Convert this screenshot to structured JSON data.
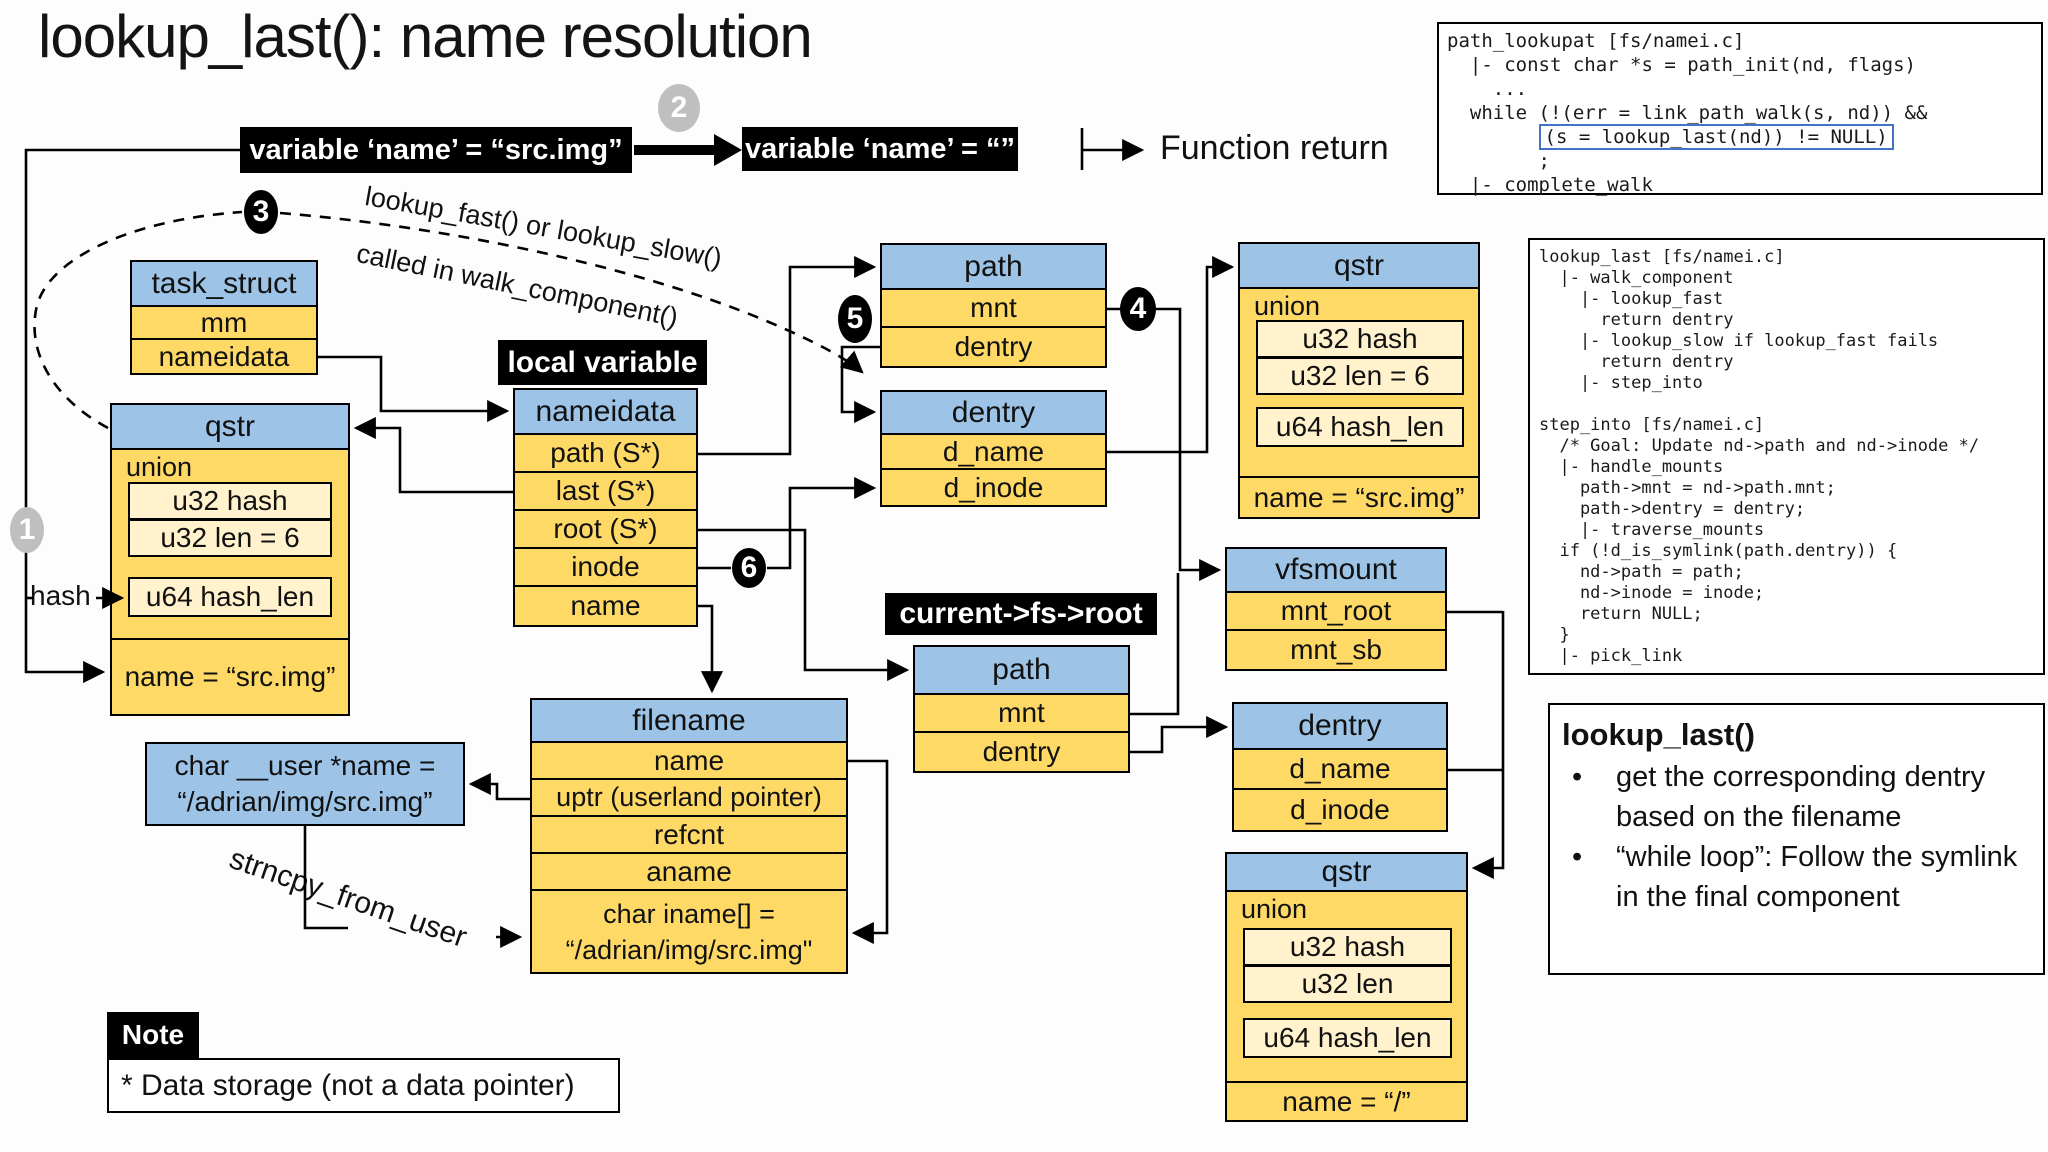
{
  "title": "lookup_last(): name resolution",
  "flow": {
    "var_src": "variable ‘name’ = “src.img”",
    "var_empty": "variable ‘name’ = “”",
    "function_return": "Function return"
  },
  "steps": {
    "s1": "1",
    "s2": "2",
    "s3": "3",
    "s4": "4",
    "s5": "5",
    "s6": "6"
  },
  "labels": {
    "local_variable": "local variable",
    "current_fs_root": "current->fs->root",
    "note_title": "Note",
    "note_text": "* Data storage (not a data pointer)",
    "hash": "hash",
    "strncpy": "strncpy_from_user",
    "walk_note_1": "lookup_fast() or lookup_slow()",
    "walk_note_2": "called in walk_component()",
    "user_ptr_line1": "char __user *name =",
    "user_ptr_line2": "“/adrian/img/src.img”"
  },
  "structs": {
    "task_struct": {
      "title": "task_struct",
      "rows": [
        "mm",
        "nameidata"
      ]
    },
    "nameidata": {
      "title": "nameidata",
      "rows": [
        "path (S*)",
        "last (S*)",
        "root (S*)",
        "inode",
        "name"
      ]
    },
    "qstr_left": {
      "title": "qstr",
      "union": "union",
      "hash": "u32  hash",
      "len": "u32 len = 6",
      "hash_len": "u64 hash_len",
      "name": "name = “src.img”"
    },
    "qstr_right": {
      "title": "qstr",
      "union": "union",
      "hash": "u32  hash",
      "len": "u32 len = 6",
      "hash_len": "u64 hash_len",
      "name": "name = “src.img”"
    },
    "qstr_root": {
      "title": "qstr",
      "union": "union",
      "hash": "u32  hash",
      "len": "u32 len",
      "hash_len": "u64 hash_len",
      "name": "name = “/”"
    },
    "path_top": {
      "title": "path",
      "rows": [
        "mnt",
        "dentry"
      ]
    },
    "dentry_mid": {
      "title": "dentry",
      "rows": [
        "d_name",
        "d_inode"
      ]
    },
    "vfsmount": {
      "title": "vfsmount",
      "rows": [
        "mnt_root",
        "mnt_sb"
      ]
    },
    "dentry_right": {
      "title": "dentry",
      "rows": [
        "d_name",
        "d_inode"
      ]
    },
    "path_bottom": {
      "title": "path",
      "rows": [
        "mnt",
        "dentry"
      ]
    },
    "filename": {
      "title": "filename",
      "rows": [
        "name",
        "uptr (userland pointer)",
        "refcnt",
        "aname"
      ],
      "iname_line1": "char iname[] =",
      "iname_line2": "“/adrian/img/src.img\""
    }
  },
  "code_top": {
    "pre": "path_lookupat [fs/namei.c]\n  |- const char *s = path_init(nd, flags)\n    ...\n  while (!(err = link_path_walk(s, nd)) &&\n",
    "indent": "        ",
    "highlight": "(s = lookup_last(nd)) != NULL)",
    "post": "\n        ;\n  |- complete_walk"
  },
  "code_right": "lookup_last [fs/namei.c]\n  |- walk_component\n    |- lookup_fast\n      return dentry\n    |- lookup_slow if lookup_fast fails\n      return dentry\n    |- step_into\n\nstep_into [fs/namei.c]\n  /* Goal: Update nd->path and nd->inode */\n  |- handle_mounts\n    path->mnt = nd->path.mnt;\n    path->dentry = dentry;\n    |- traverse_mounts\n  if (!d_is_symlink(path.dentry)) {\n    nd->path = path;\n    nd->inode = inode;\n    return NULL;\n  }\n  |- pick_link",
  "info": {
    "title": "lookup_last()",
    "bullets": [
      "get the corresponding dentry based on the filename",
      "“while loop”: Follow the symlink in the final component"
    ]
  },
  "colors": {
    "header_blue": "#9DC3E6",
    "row_yellow": "#FFD966",
    "union_cream": "#FFF2CC",
    "highlight_blue": "#4472C4",
    "badge_gray": "#BFBFBF",
    "badge_black": "#000000"
  }
}
